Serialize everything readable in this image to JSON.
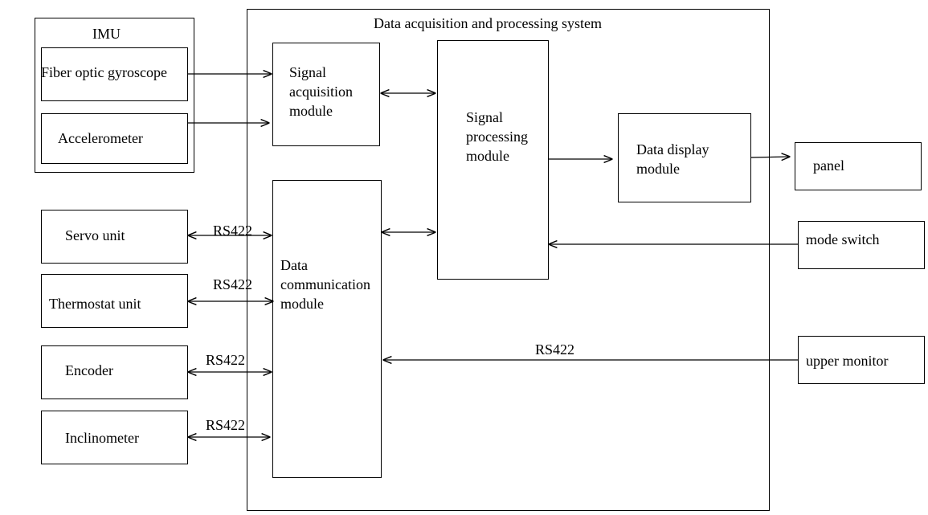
{
  "imu": {
    "title": "IMU",
    "fog": "Fiber optic gyroscope",
    "accelerometer": "Accelerometer"
  },
  "system": {
    "title": "Data acquisition and processing system",
    "signal_acquisition": "Signal acquisition module",
    "signal_processing": "Signal processing module",
    "data_display": "Data display module",
    "data_communication": "Data communication module"
  },
  "left_units": {
    "servo": "Servo unit",
    "thermostat": "Thermostat unit",
    "encoder": "Encoder",
    "inclinometer": "Inclinometer"
  },
  "right_units": {
    "panel": "panel",
    "mode_switch": "mode switch",
    "upper_monitor": "upper monitor"
  },
  "links": {
    "servo": "RS422",
    "thermostat": "RS422",
    "encoder": "RS422",
    "inclinometer": "RS422",
    "upper_monitor": "RS422"
  }
}
